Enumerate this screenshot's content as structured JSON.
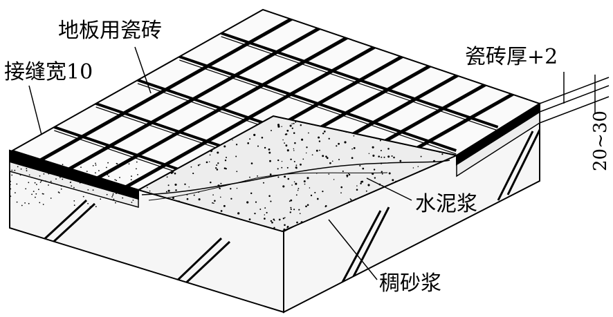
{
  "labels": {
    "floor_tile": "地板用瓷砖",
    "joint_width": "接缝宽10",
    "tile_thickness": "瓷砖厚+2",
    "thickness_range": "20~30",
    "cement_paste": "水泥浆",
    "thick_mortar": "稠砂浆"
  },
  "colors": {
    "ink": "#000000",
    "paper": "#ffffff",
    "mortar": "#ededed",
    "concrete": "#f6f6f6"
  }
}
